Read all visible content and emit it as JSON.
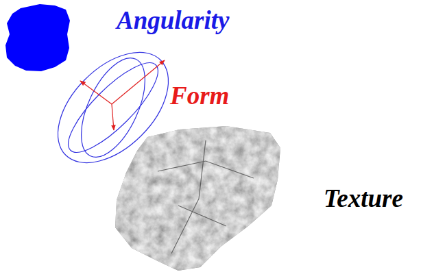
{
  "diagram": {
    "labels": [
      "Angularity",
      "Form",
      "Texture"
    ]
  }
}
